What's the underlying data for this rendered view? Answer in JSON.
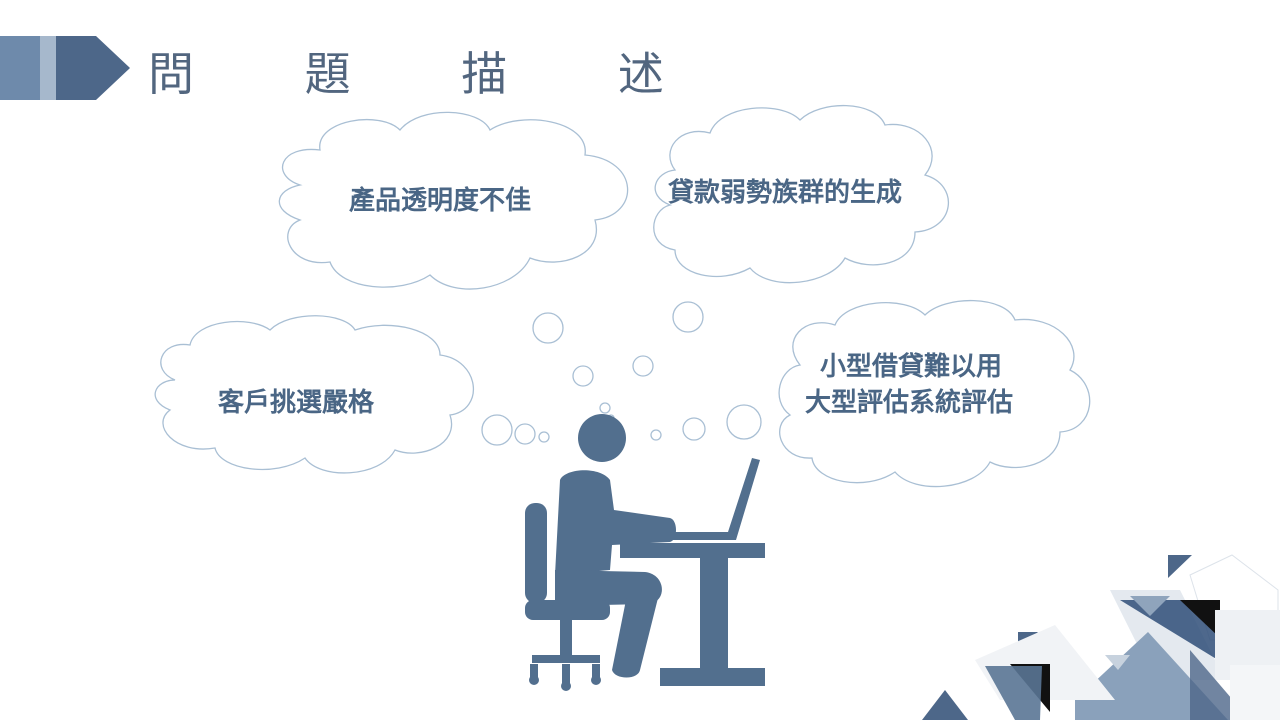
{
  "slide": {
    "title": "問 題 描 述"
  },
  "clouds": [
    {
      "id": "top-left",
      "text": "產品透明度不佳"
    },
    {
      "id": "top-right",
      "text": "貸款弱勢族群的生成"
    },
    {
      "id": "mid-left",
      "text": "客戶挑選嚴格"
    },
    {
      "id": "mid-right",
      "line1": "小型借貸難以用",
      "line2": "大型評估系統評估"
    }
  ],
  "colors": {
    "accent": "#52667f",
    "banner_dark": "#4d6789",
    "banner_light": "#6e8aab",
    "cloud_outline": "#a9bfd4",
    "cloud_text": "#4a6685",
    "figure": "#526f8e"
  },
  "icons": [
    "person-at-laptop-icon",
    "decorative-triangles"
  ]
}
